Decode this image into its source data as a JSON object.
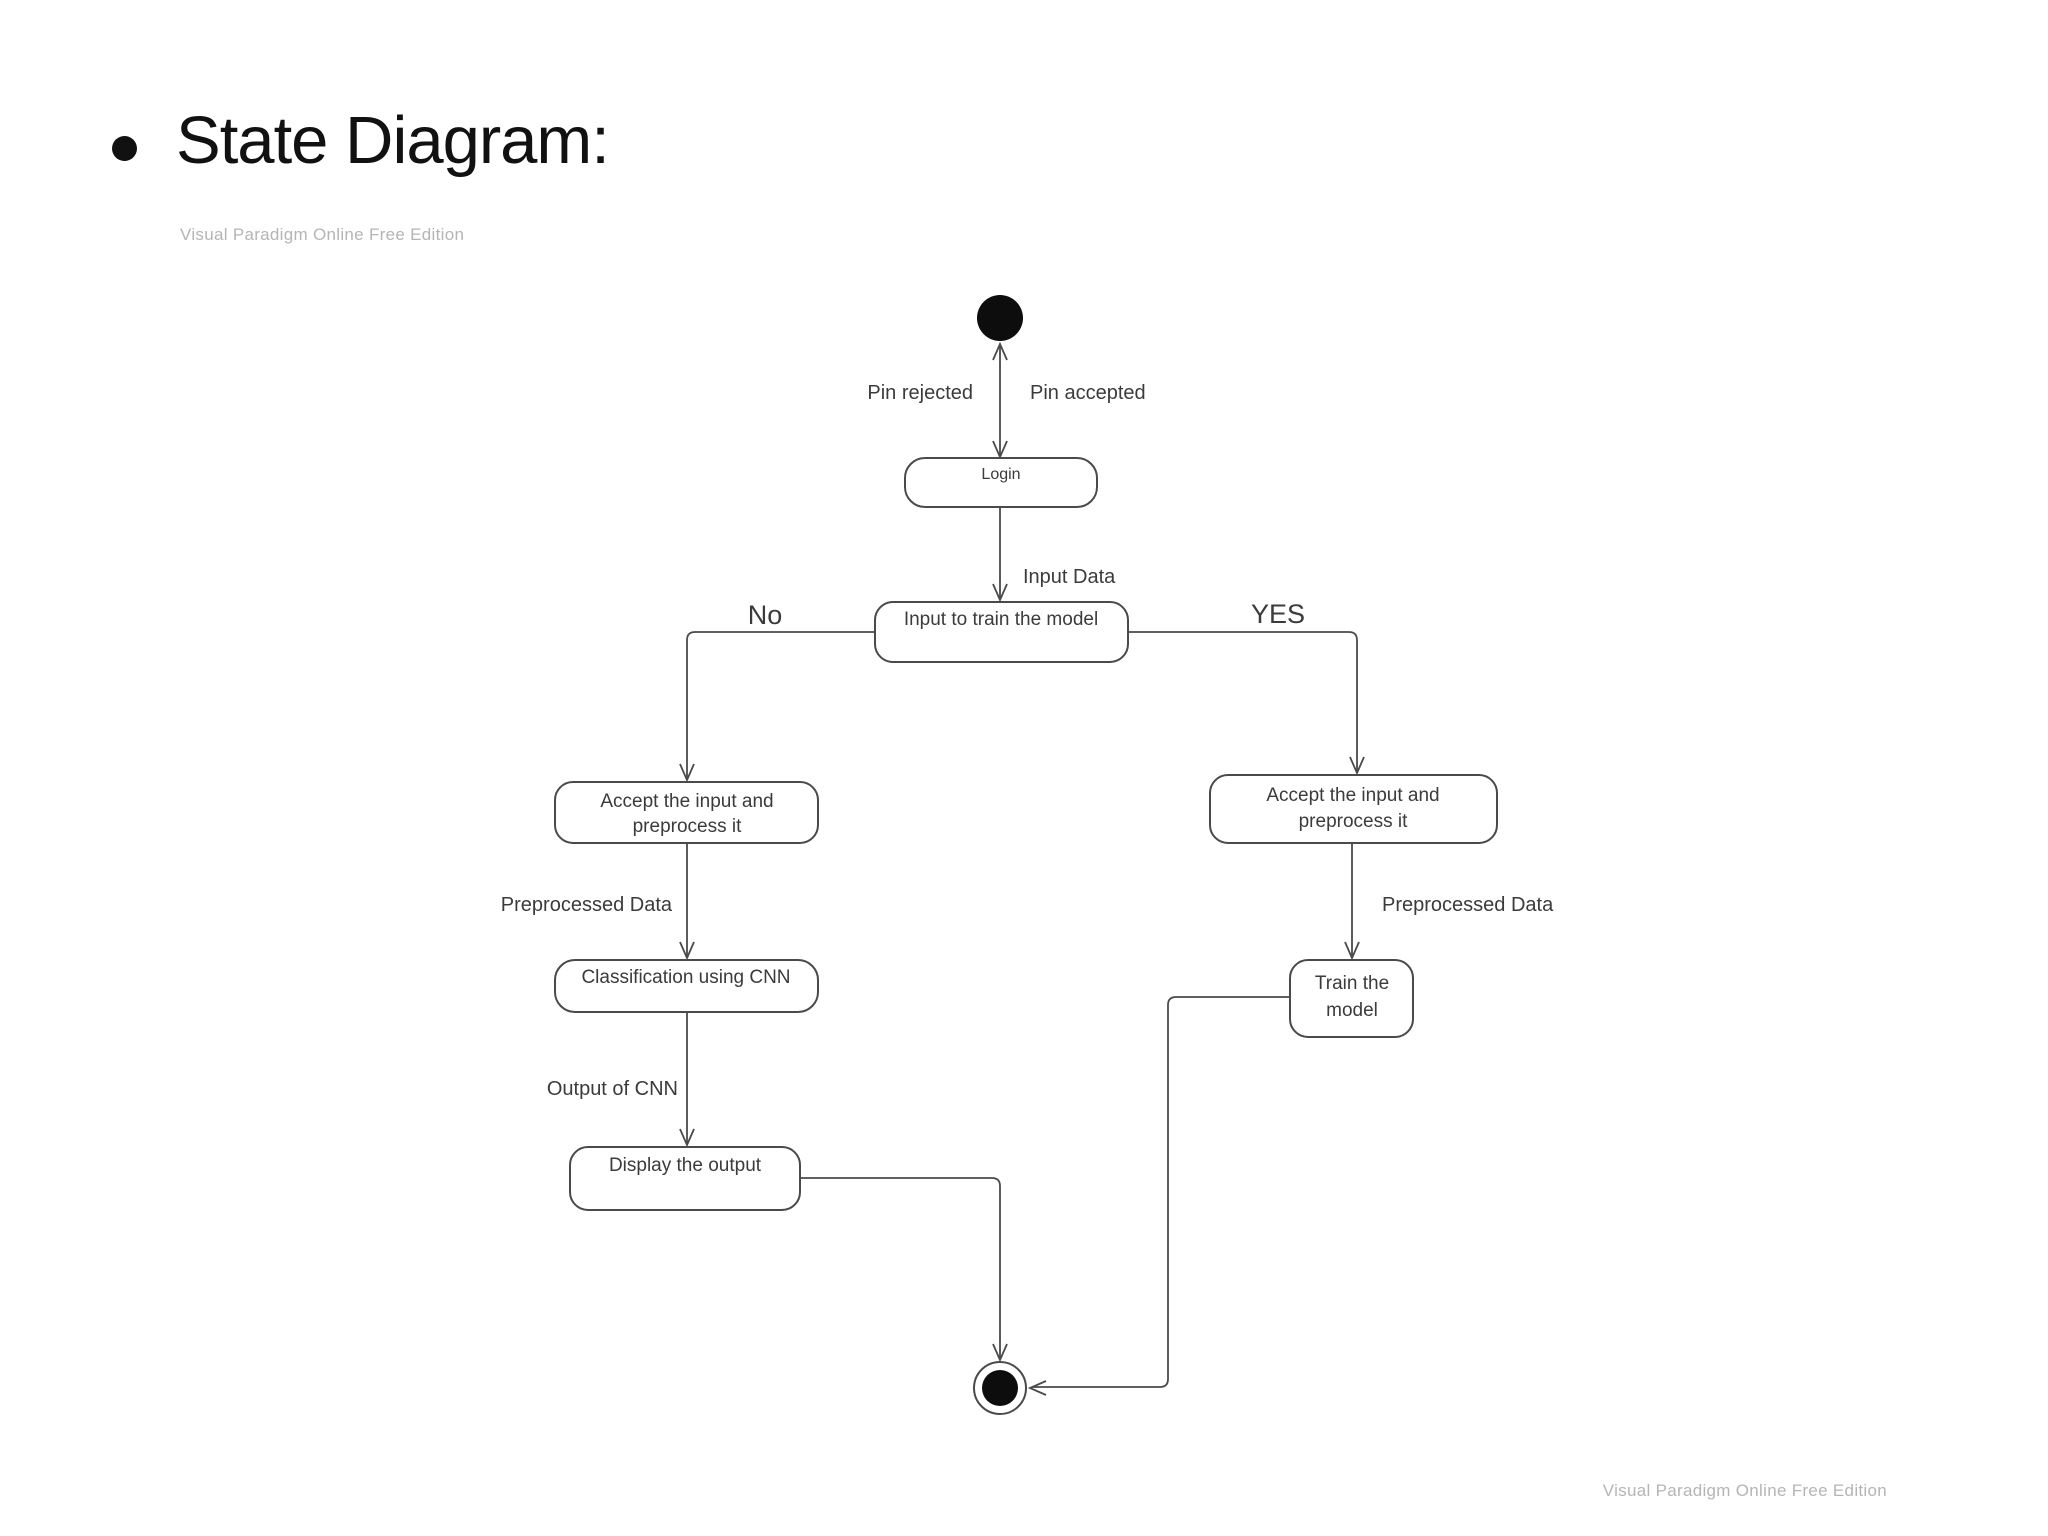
{
  "slide": {
    "title": "State Diagram:"
  },
  "watermarks": {
    "top": "Visual Paradigm Online Free Edition",
    "bottom": "Visual Paradigm Online Free Edition"
  },
  "colors": {
    "bg": "#ffffff",
    "title": "#111111",
    "line": "#4a4a4a",
    "state_fill": "#ffffff",
    "node_fill": "#0d0d0d",
    "text": "#3b3b3b",
    "watermark": "#b5b5b5"
  },
  "diagram": {
    "type": "uml-state-diagram",
    "states": {
      "initial": "initial state",
      "login": "Login",
      "input_to_train": "Input to train the model",
      "accept_left": [
        "Accept the input and",
        "preprocess it"
      ],
      "classification": "Classification using CNN",
      "display_output": "Display the output",
      "accept_right": [
        "Accept the input and",
        "preprocess it"
      ],
      "train": [
        "Train the",
        "model"
      ],
      "final": "final state"
    },
    "labels": {
      "pin_rejected": "Pin rejected",
      "pin_accepted": "Pin accepted",
      "input_data": "Input Data",
      "no": "No",
      "yes": "YES",
      "preprocessed_left": "Preprocessed Data",
      "output_cnn": "Output of CNN",
      "preprocessed_right": "Preprocessed Data"
    }
  }
}
